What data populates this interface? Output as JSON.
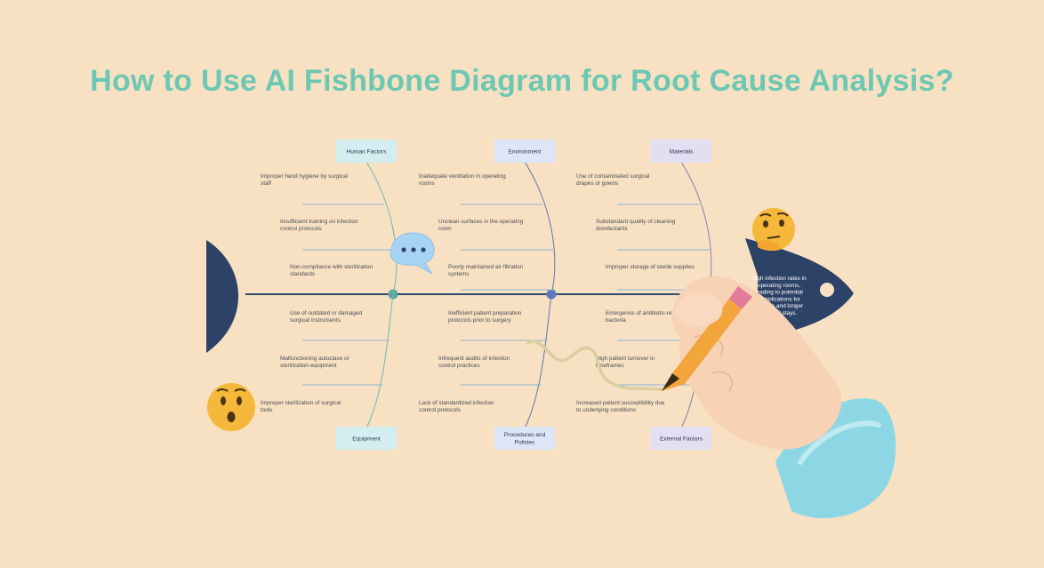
{
  "title": "How to Use AI Fishbone Diagram for Root Cause Analysis?",
  "problem": {
    "lines": [
      "High infection rates in",
      "operating rooms,",
      "leading to potential",
      "complications for",
      "patients and longer",
      "hospital stays."
    ]
  },
  "categories": {
    "top": [
      {
        "label": "Human Factors",
        "color": "#d2eef0",
        "causes": [
          [
            "Improper hand hygiene by surgical",
            "staff"
          ],
          [
            "Insufficient training on infection",
            "control protocols"
          ],
          [
            "Non-compliance with sterilization",
            "standards"
          ]
        ]
      },
      {
        "label": "Environment",
        "color": "#dce6f6",
        "causes": [
          [
            "Inadequate ventilation in operating",
            "rooms"
          ],
          [
            "Unclean surfaces in the operating",
            "room"
          ],
          [
            "Poorly maintained air filtration",
            "systems"
          ]
        ]
      },
      {
        "label": "Materials",
        "color": "#e2dff2",
        "causes": [
          [
            "Use of contaminated surgical",
            "drapes or gowns"
          ],
          [
            "Substandard quality of cleaning",
            "disinfectants"
          ],
          [
            "Improper storage of sterile supplies"
          ]
        ]
      }
    ],
    "bottom": [
      {
        "label": "Equipment",
        "color": "#d2eef0",
        "causes": [
          [
            "Use of outdated or damaged",
            "surgical instruments"
          ],
          [
            "Malfunctioning autoclave or",
            "sterilization equipment"
          ],
          [
            "Improper sterilization of surgical",
            "tools"
          ]
        ]
      },
      {
        "label": "Procedures and Policies",
        "label_lines": [
          "Procedures and",
          "Policies"
        ],
        "color": "#dce6f6",
        "causes": [
          [
            "Inefficient patient preparation",
            "protocols prior to surgery"
          ],
          [
            "Infrequent audits of infection",
            "control practices"
          ],
          [
            "Lack of standardized infection",
            "control protocols"
          ]
        ]
      },
      {
        "label": "External Factors",
        "color": "#e2dff2",
        "causes": [
          [
            "Emergence of antibiotic-re",
            "bacteria"
          ],
          [
            "High patient turnover in",
            "timeframes"
          ],
          [
            "Increased patient susceptibility due",
            "to underlying conditions"
          ]
        ]
      }
    ]
  },
  "colors": {
    "spine": "#2f4a6e",
    "head": "#2c4266",
    "bone": "#6cb8b8",
    "bone_env": "#5b78b0",
    "bone_mat": "#8a7db3",
    "cause_line": "#8ab4d4",
    "accent": "#6cc8b3"
  },
  "icons": {
    "chat": "speech-bubble-icon",
    "thinking": "thinking-face-icon",
    "surprised": "surprised-face-icon",
    "hand": "hand-with-pencil-icon"
  }
}
